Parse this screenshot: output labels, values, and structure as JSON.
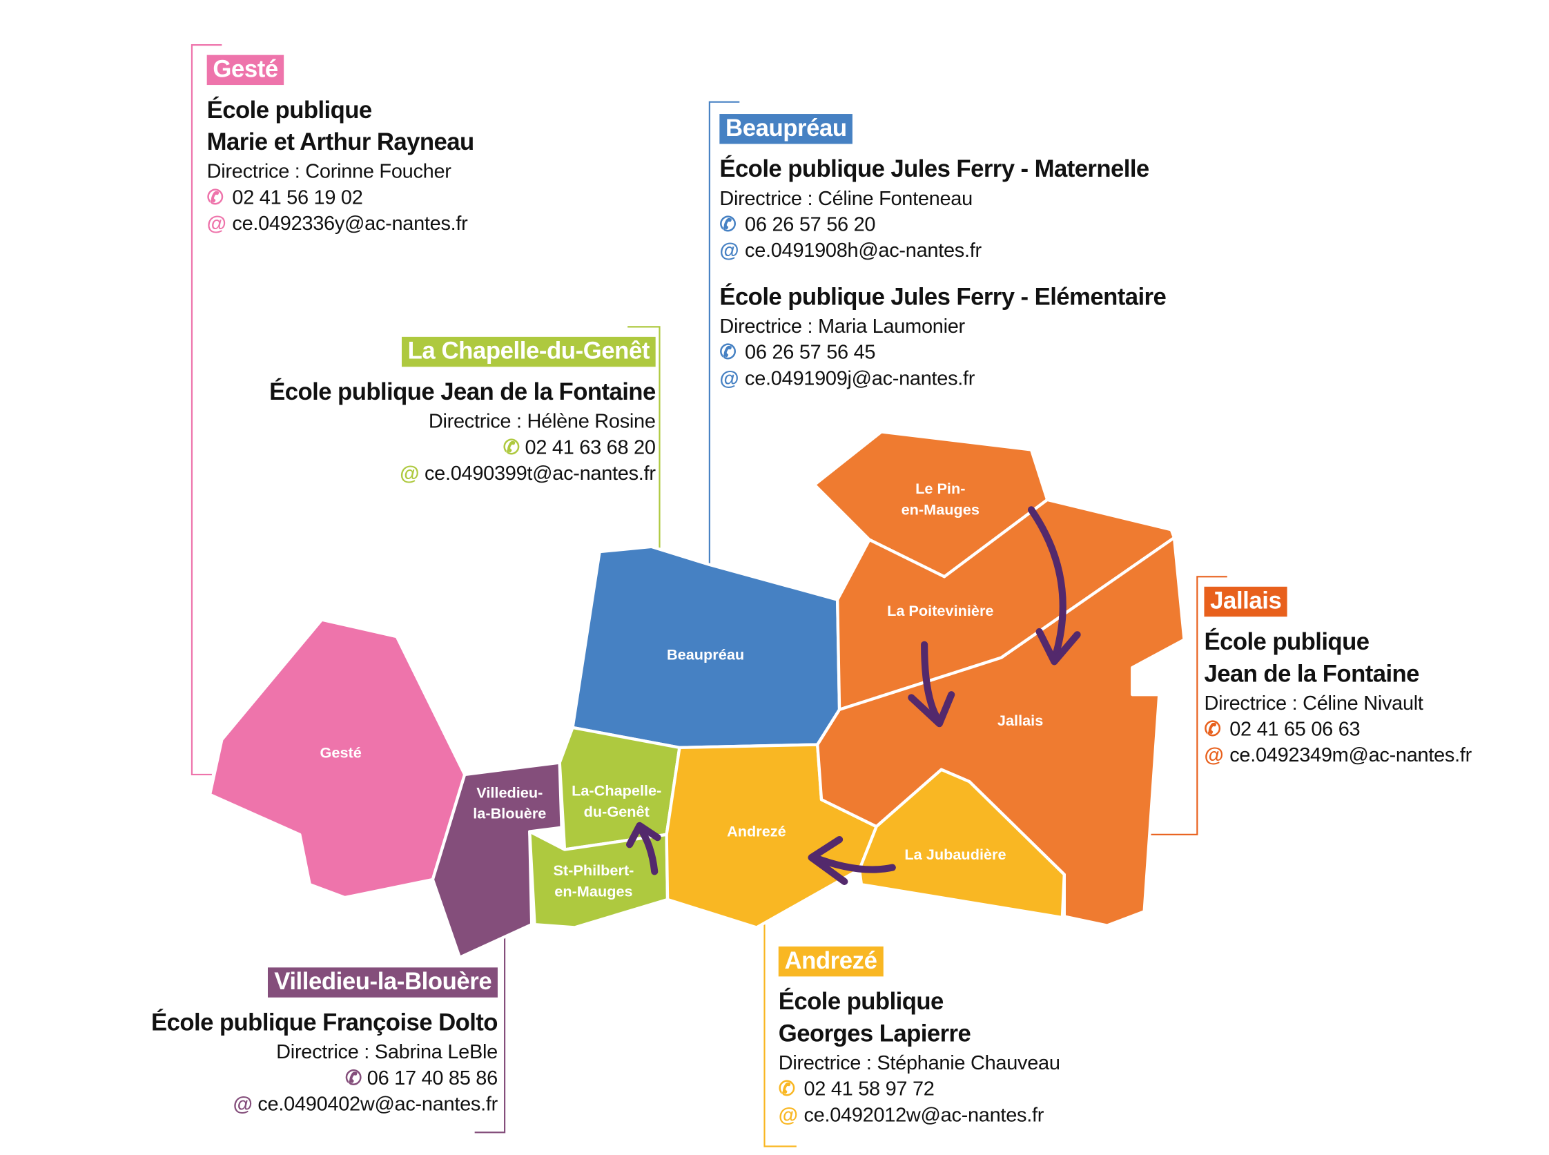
{
  "communes": [
    {
      "key": "geste",
      "name": "Gesté",
      "color": "#ee74ab",
      "schools": [
        {
          "title": [
            "École publique",
            "Marie et Arthur Rayneau"
          ],
          "director": "Directrice : Corinne Foucher",
          "phone": "02 41 56 19 02",
          "email": "ce.0492336y@ac-nantes.fr"
        }
      ]
    },
    {
      "key": "beaupreau",
      "name": "Beaupréau",
      "color": "#4681c3",
      "schools": [
        {
          "title": [
            "École publique Jules Ferry - Maternelle"
          ],
          "director": "Directrice : Céline Fonteneau",
          "phone": "06 26 57 56 20",
          "email": "ce.0491908h@ac-nantes.fr"
        },
        {
          "title": [
            "École publique Jules Ferry - Elémentaire"
          ],
          "director": "Directrice : Maria Laumonier",
          "phone": "06 26 57 56 45",
          "email": "ce.0491909j@ac-nantes.fr"
        }
      ]
    },
    {
      "key": "chapelle",
      "name": "La Chapelle-du-Genêt",
      "color": "#aec93f",
      "schools": [
        {
          "title": [
            "École publique Jean de la Fontaine"
          ],
          "director": "Directrice : Hélène Rosine",
          "phone": "02 41 63 68 20",
          "email": "ce.0490399t@ac-nantes.fr"
        }
      ]
    },
    {
      "key": "jallais",
      "name": "Jallais",
      "color": "#e8601c",
      "schools": [
        {
          "title": [
            "École publique",
            "Jean de la Fontaine"
          ],
          "director": "Directrice : Céline Nivault",
          "phone": "02 41 65 06 63",
          "email": "ce.0492349m@ac-nantes.fr"
        }
      ]
    },
    {
      "key": "andreze",
      "name": "Andrezé",
      "color": "#f9b723",
      "schools": [
        {
          "title": [
            "École publique",
            "Georges Lapierre"
          ],
          "director": "Directrice : Stéphanie Chauveau",
          "phone": "02 41 58 97 72",
          "email": "ce.0492012w@ac-nantes.fr"
        }
      ]
    },
    {
      "key": "villedieu",
      "name": "Villedieu-la-Blouère",
      "color": "#844e7b",
      "schools": [
        {
          "title": [
            "École publique Françoise Dolto"
          ],
          "director": "Directrice : Sabrina LeBle",
          "phone": "06 17 40 85 86",
          "email": "ce.0490402w@ac-nantes.fr"
        }
      ]
    }
  ],
  "map_labels": {
    "geste": [
      "Gesté"
    ],
    "villedieu": [
      "Villedieu-",
      "la-Blouère"
    ],
    "beaupreau": [
      "Beaupréau"
    ],
    "chapelle": [
      "La-Chapelle-",
      "du-Genêt"
    ],
    "philbert": [
      "St-Philbert-",
      "en-Mauges"
    ],
    "andreze": [
      "Andrezé"
    ],
    "lepin": [
      "Le Pin-",
      "en-Mauges"
    ],
    "poiteviniere": [
      "La Poitevinière"
    ],
    "jallais": [
      "Jallais"
    ],
    "jubaudiere": [
      "La Jubaudière"
    ]
  },
  "colors": {
    "orange": "#ef7b30",
    "arrow": "#53296c",
    "tag_text": "#ffffff"
  },
  "icons": {
    "phone": "phone-icon",
    "email": "at-sign-icon"
  }
}
